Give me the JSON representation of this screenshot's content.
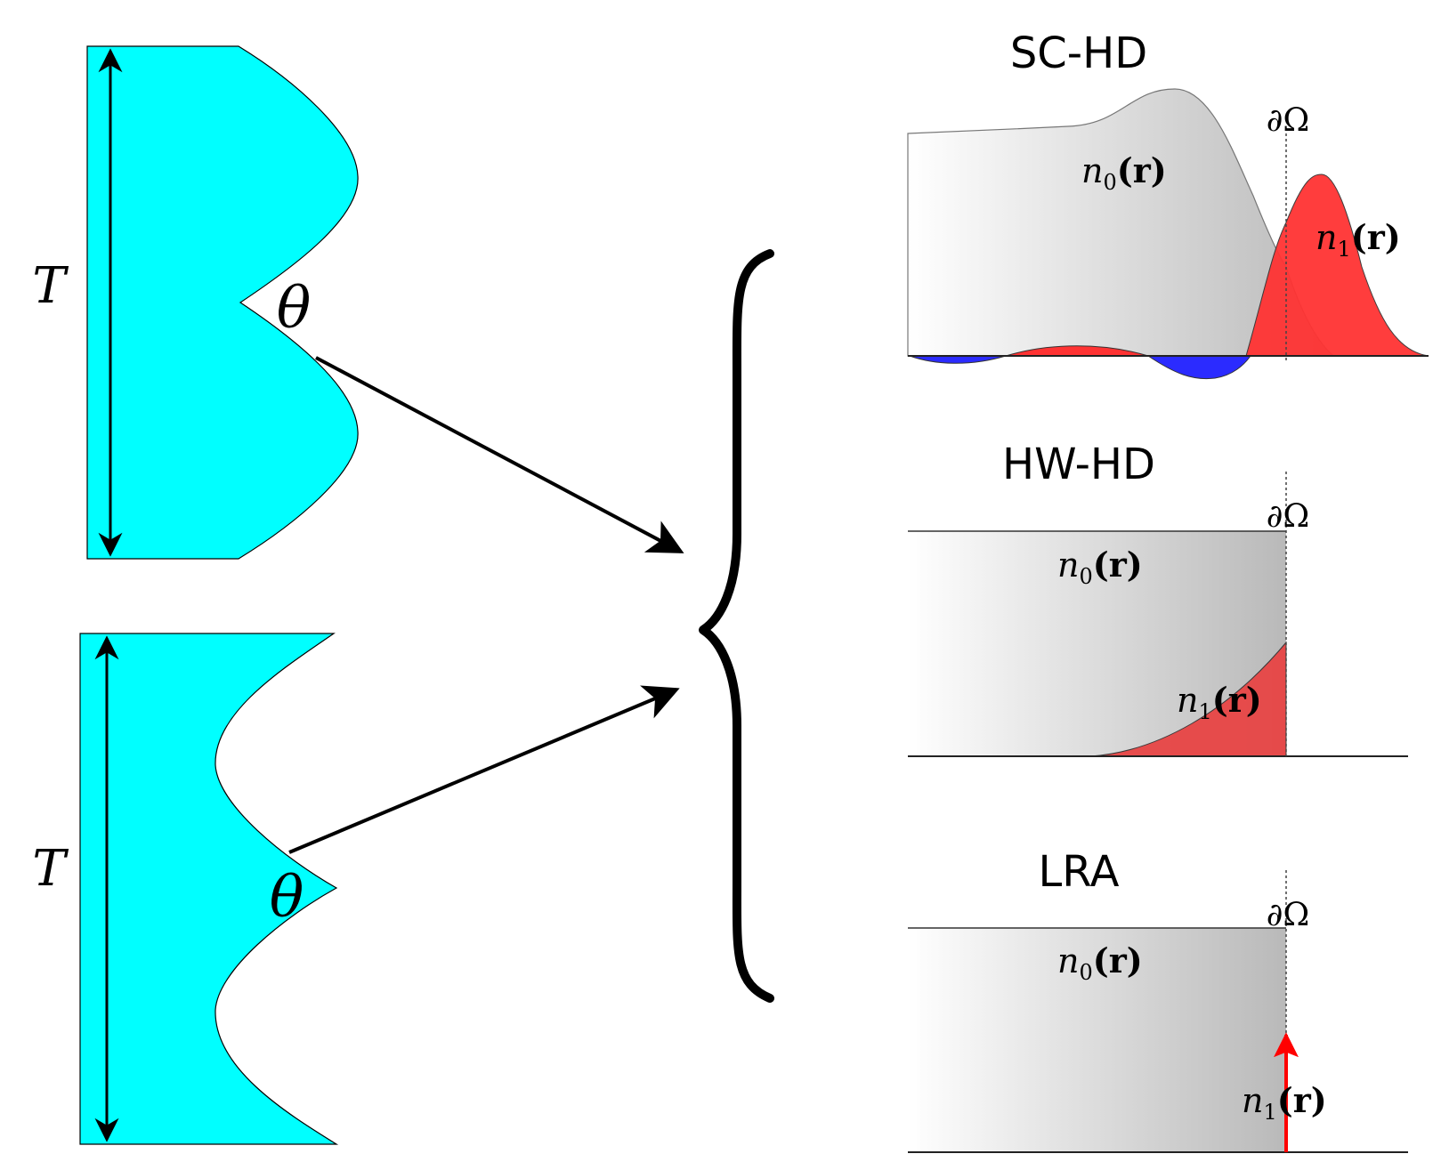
{
  "colors": {
    "wedge_fill": "#00ffff",
    "density_gray_light": "#ffffff",
    "density_gray_dark": "#b9b9b9",
    "induced_positive": "#ff3333",
    "induced_negative": "#2b2bff",
    "arrow_red": "#ff0000",
    "stroke": "#000000"
  },
  "wedges": [
    {
      "name": "concave-wedge",
      "thickness_label": "T",
      "angle_label": "θ"
    },
    {
      "name": "convex-wedge",
      "thickness_label": "T",
      "angle_label": "θ"
    }
  ],
  "panels": [
    {
      "title": "SC-HD",
      "boundary_label": "∂Ω",
      "n0_label": "n",
      "n0_sub": "0",
      "n1_label": "n",
      "n1_sub": "1",
      "arg": "(r)"
    },
    {
      "title": "HW-HD",
      "boundary_label": "∂Ω",
      "n0_label": "n",
      "n0_sub": "0",
      "n1_label": "n",
      "n1_sub": "1",
      "arg": "(r)"
    },
    {
      "title": "LRA",
      "boundary_label": "∂Ω",
      "n0_label": "n",
      "n0_sub": "0",
      "n1_label": "n",
      "n1_sub": "1",
      "arg": "(r)"
    }
  ]
}
